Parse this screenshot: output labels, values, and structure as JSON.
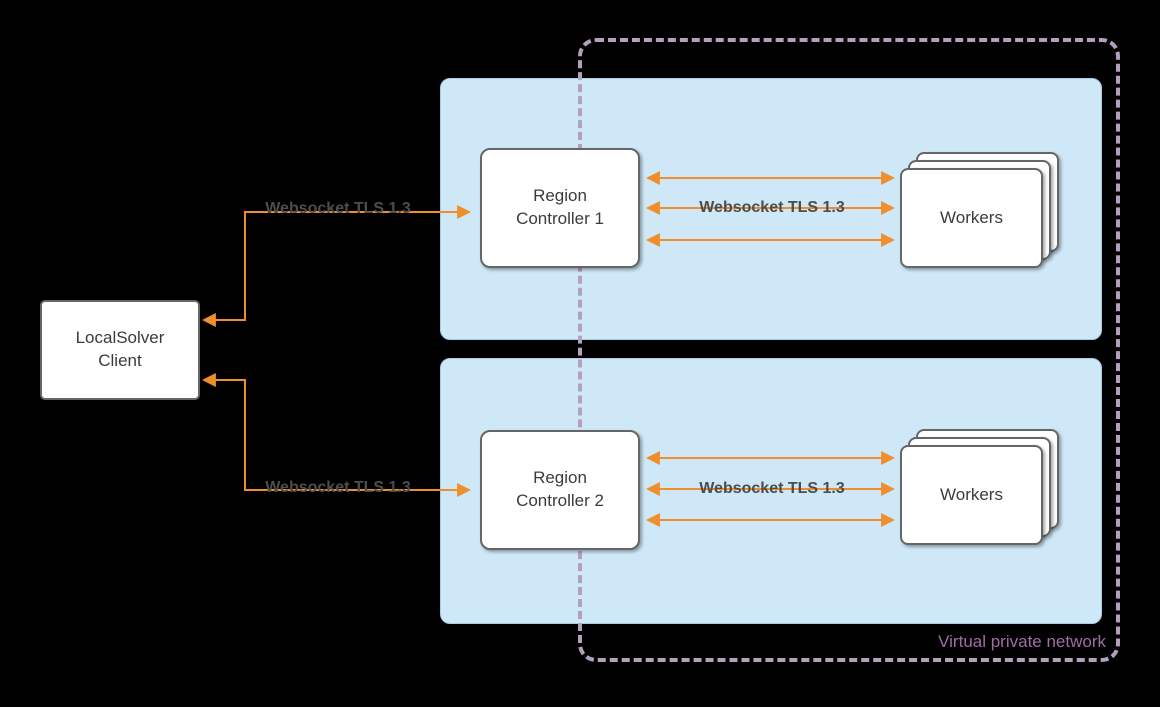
{
  "diagram": {
    "vpn": {
      "label": "Virtual private network"
    },
    "nodes": {
      "client": {
        "label": "LocalSolver\nClient"
      },
      "rc1": {
        "label": "Region\nController 1"
      },
      "rc2": {
        "label": "Region\nController 2"
      },
      "workers1": {
        "label": "Workers"
      },
      "workers2": {
        "label": "Workers"
      }
    },
    "edges": {
      "client_rc1": {
        "label": "Websocket TLS 1.3"
      },
      "client_rc2": {
        "label": "Websocket TLS 1.3"
      },
      "rc1_workers": {
        "label": "Websocket TLS 1.3"
      },
      "rc2_workers": {
        "label": "Websocket TLS 1.3"
      }
    },
    "colors": {
      "arrow": "#F08E2B",
      "region_fill": "#CFE8F7",
      "region_border": "#A7CCE3",
      "node_border": "#666666",
      "node_text": "#3B3B3B",
      "edge_label": "#4D4D4D",
      "vpn_border": "#B3A0BE",
      "vpn_label": "#A06CA5",
      "bg": "#000000"
    }
  }
}
